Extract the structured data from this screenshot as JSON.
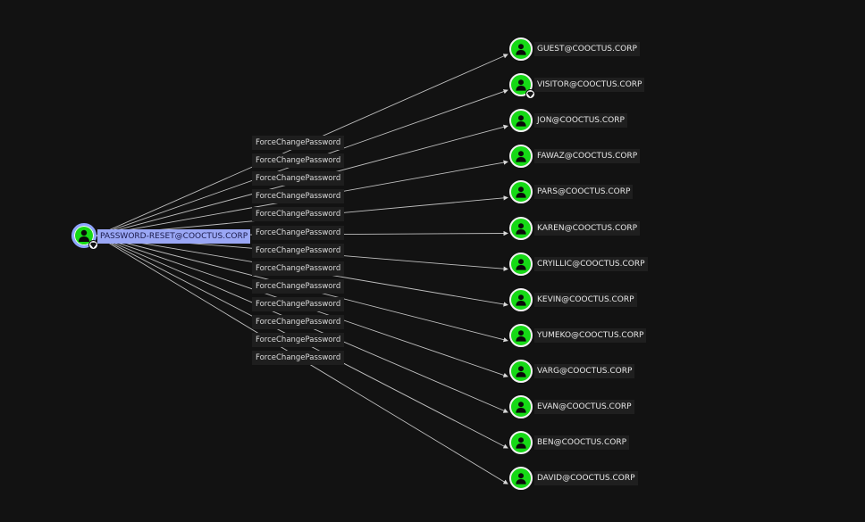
{
  "graph": {
    "source": {
      "label": "PASSWORD-RESET@COOCTUS.CORP",
      "icon": "user-icon",
      "badge": "gem-icon",
      "selected": true
    },
    "edge_label": "ForceChangePassword",
    "targets": [
      {
        "label": "GUEST@COOCTUS.CORP",
        "badge": null
      },
      {
        "label": "VISITOR@COOCTUS.CORP",
        "badge": "gem-icon"
      },
      {
        "label": "JON@COOCTUS.CORP",
        "badge": null
      },
      {
        "label": "FAWAZ@COOCTUS.CORP",
        "badge": null
      },
      {
        "label": "PARS@COOCTUS.CORP",
        "badge": null
      },
      {
        "label": "KAREN@COOCTUS.CORP",
        "badge": null
      },
      {
        "label": "CRYILLIC@COOCTUS.CORP",
        "badge": null
      },
      {
        "label": "KEVIN@COOCTUS.CORP",
        "badge": null
      },
      {
        "label": "YUMEKO@COOCTUS.CORP",
        "badge": null
      },
      {
        "label": "VARG@COOCTUS.CORP",
        "badge": null
      },
      {
        "label": "EVAN@COOCTUS.CORP",
        "badge": null
      },
      {
        "label": "BEN@COOCTUS.CORP",
        "badge": null
      },
      {
        "label": "DAVID@COOCTUS.CORP",
        "badge": null
      }
    ],
    "colors": {
      "background": "#121212",
      "node_fill": "#16d916",
      "source_ring": "#8fa3ff",
      "edge": "#bfbfbf",
      "selected_label_bg": "#9aa7f5"
    }
  }
}
